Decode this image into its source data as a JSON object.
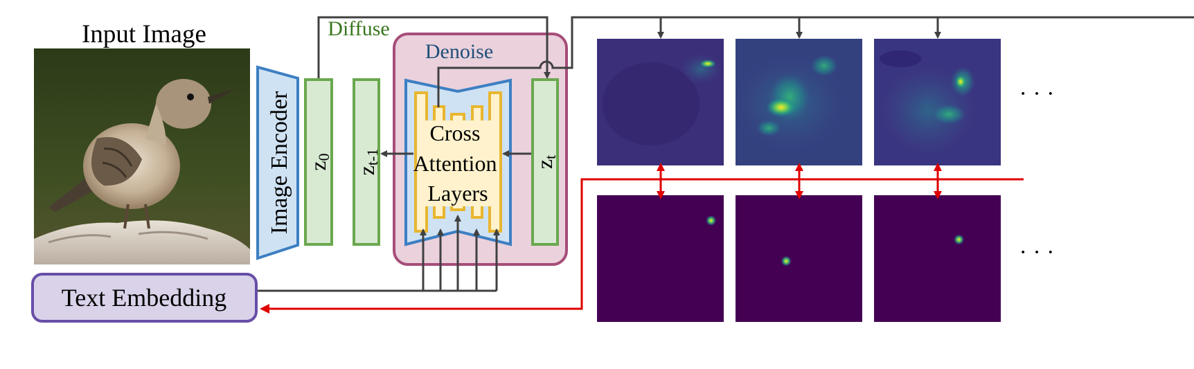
{
  "input_image": {
    "title": "Input Image"
  },
  "encoder": {
    "label": "Image Encoder"
  },
  "latents": {
    "z0": "z",
    "z0_sub": "0",
    "zt1": "z",
    "zt1_sub": "t-1",
    "zt": "z",
    "zt_sub": "t"
  },
  "diffuse": {
    "label": "Diffuse"
  },
  "denoise": {
    "label": "Denoise",
    "cross_attention": [
      "Cross",
      "Attention",
      "Layers"
    ]
  },
  "text_embedding": {
    "label": "Text Embedding"
  },
  "attention_maps": {
    "count": 3,
    "ellipsis": "· · ·"
  },
  "target_maps": {
    "count": 3,
    "ellipsis": "· · ·",
    "peaks": [
      [
        0.9,
        0.2
      ],
      [
        0.4,
        0.52
      ],
      [
        0.67,
        0.35
      ]
    ]
  },
  "colors": {
    "encoder_fill": "#cfe2f3",
    "encoder_stroke": "#3d7fc2",
    "latent_fill": "#d9ead3",
    "latent_stroke": "#6aa84f",
    "denoise_fill": "#ead1dc",
    "denoise_stroke": "#a64d79",
    "unet_fill": "#cfe2f3",
    "unet_stroke": "#3d7fc2",
    "attn_fill": "#fff2cc",
    "attn_stroke": "#e8b630",
    "text_fill": "#d9d2e9",
    "text_stroke": "#674ea7",
    "diffuse_text": "#38761d",
    "denoise_text": "#1f4e79",
    "arrow": "#404040",
    "loss_arrow": "#e00000",
    "map_bg": "#440154"
  }
}
